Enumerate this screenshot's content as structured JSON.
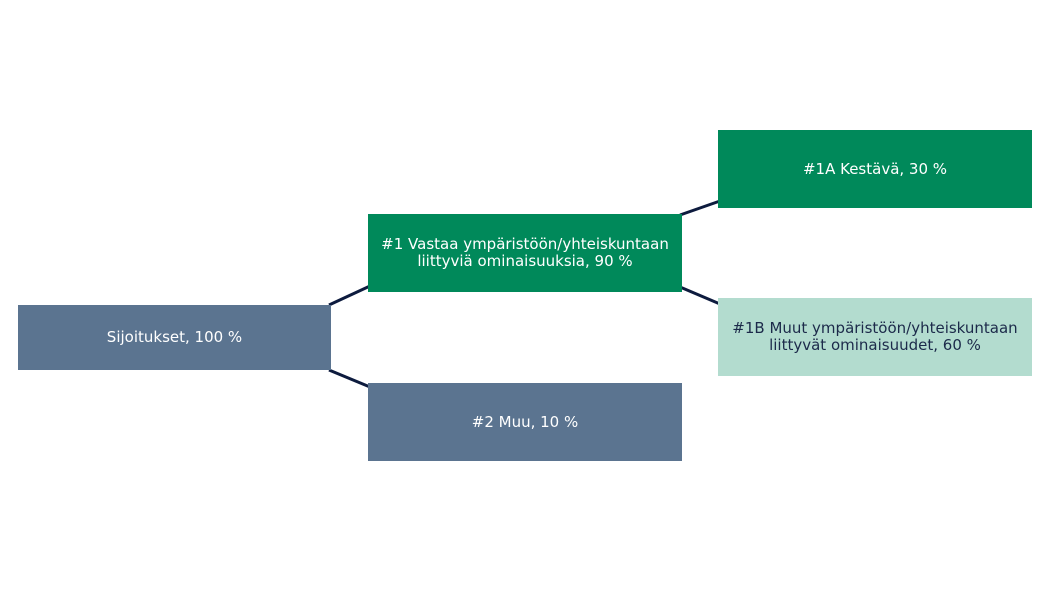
{
  "nodes": {
    "root": {
      "label": "Sijoitukset, 100 %"
    },
    "n1": {
      "label": "#1 Vastaa ympäristöön/yhteiskuntaan liittyviä ominaisuuksia, 90 %"
    },
    "n2": {
      "label": "#2 Muu, 10 %"
    },
    "n1a": {
      "label": "#1A Kestävä, 30 %"
    },
    "n1b": {
      "label": "#1B Muut ympäristöön/yhteiskuntaan liittyvät ominaisuudet, 60 %"
    }
  },
  "colors": {
    "slate": "#5b7490",
    "green": "#00895a",
    "mint": "#b3dccf",
    "connector": "#0d1b3e"
  }
}
